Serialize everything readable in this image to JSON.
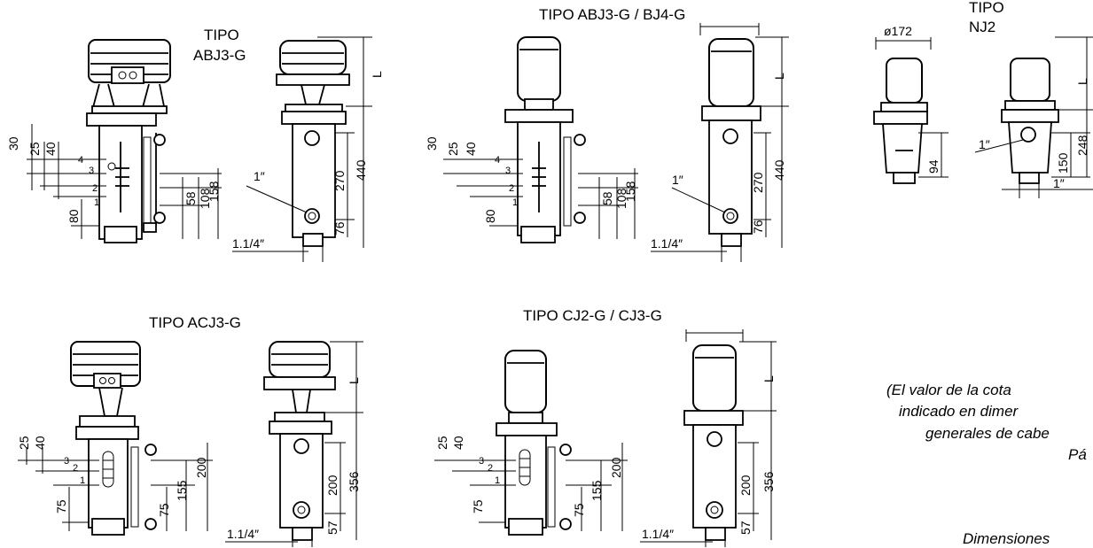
{
  "titles": {
    "abj3": [
      "TIPO",
      "ABJ3-G"
    ],
    "abj3_bj4": "TIPO ABJ3-G / BJ4-G",
    "nj2": [
      "TIPO",
      "NJ2"
    ],
    "acj3": "TIPO ACJ3-G",
    "cj2_cj3": "TIPO CJ2-G / CJ3-G"
  },
  "dims": {
    "d30": "30",
    "d25": "25",
    "d40": "40",
    "d80": "80",
    "d58": "58",
    "d108": "108",
    "d158": "158",
    "d270": "270",
    "d440": "440",
    "d76": "76",
    "L": "L",
    "one_inch": "1″",
    "one_quarter": "1.1/4″",
    "d172": "ø172",
    "d94": "94",
    "d150": "150",
    "d248": "248",
    "d75": "75",
    "d155": "155",
    "d200": "200",
    "d356": "356",
    "d57": "57",
    "l1": "1",
    "l2": "2",
    "l3": "3",
    "l4": "4"
  },
  "note": {
    "lines": [
      "(El valor de la cota",
      "indicado en dimer",
      "generales de cabe",
      "Pá"
    ],
    "footer": "Dimensiones"
  }
}
